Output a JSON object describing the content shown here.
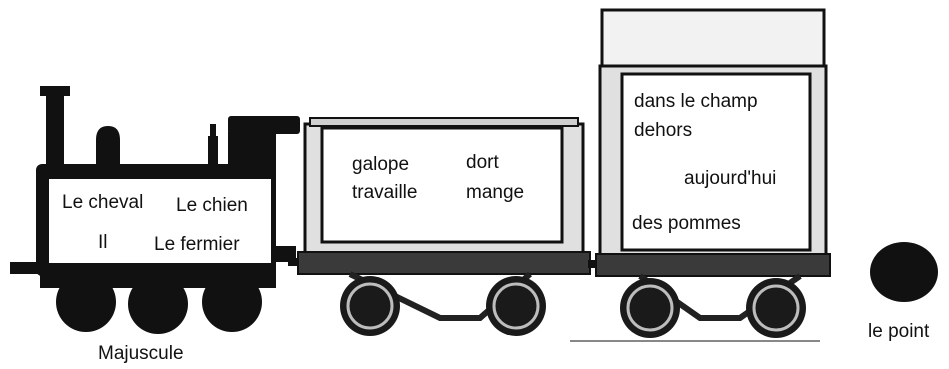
{
  "locomotive": {
    "words": [
      "Le cheval",
      "Le chien",
      "Il",
      "Le fermier"
    ],
    "caption": "Majuscule"
  },
  "wagon_verbs": {
    "words": [
      "galope",
      "dort",
      "travaille",
      "mange"
    ]
  },
  "wagon_complements": {
    "words": [
      "dans le champ",
      "dehors",
      "aujourd'hui",
      "des pommes"
    ]
  },
  "end_dot": {
    "caption": "le point"
  },
  "colors": {
    "silhouette": "#111111",
    "panel": "#ffffff",
    "roof": "#f2f2f2",
    "wheel_rim": "#bdbdbd"
  }
}
